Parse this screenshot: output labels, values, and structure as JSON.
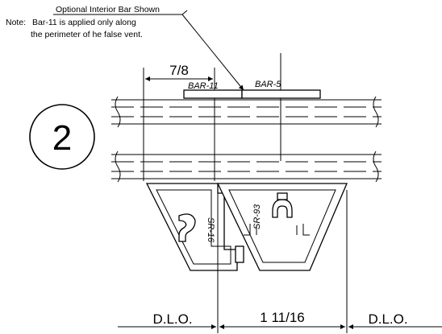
{
  "notes": {
    "line1": "Optional Interior Bar Shown",
    "line2_prefix": "Note:",
    "line2": "Bar-11 is applied only along",
    "line3": "the perimeter of he false vent."
  },
  "callout": {
    "number": "2"
  },
  "dimensions": {
    "top": "7/8",
    "left": "D.L.O.",
    "center": "1 11/16",
    "right": "D.L.O."
  },
  "parts": {
    "bar_11": "BAR-11",
    "bar_5": "BAR-5",
    "sr_16": "SR-16",
    "sr_93": "SR-93"
  }
}
